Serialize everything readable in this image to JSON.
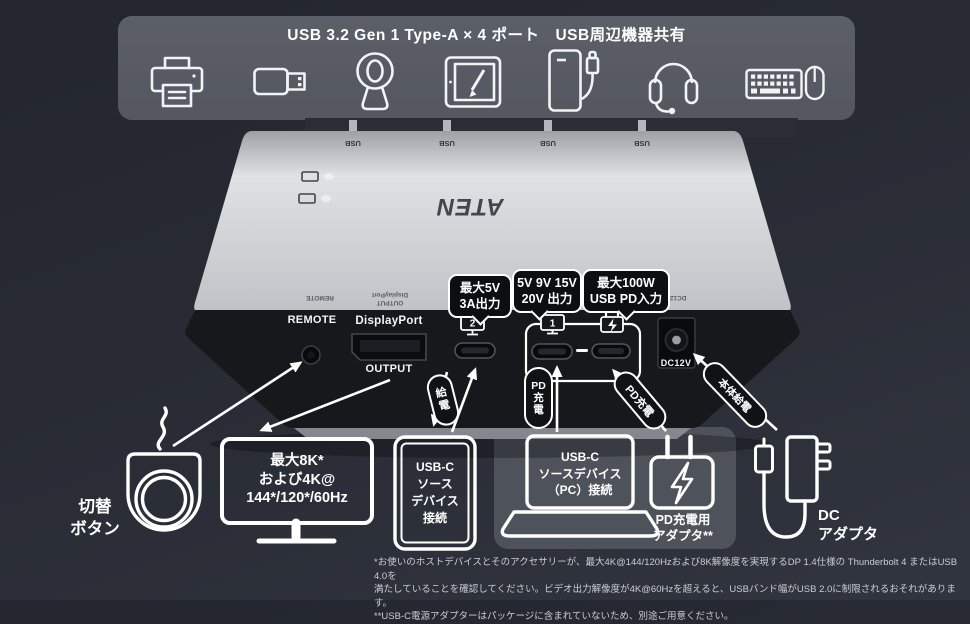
{
  "top_panel": {
    "title": "USB 3.2 Gen 1 Type-A × 4 ポート　USB周辺機器共有"
  },
  "device": {
    "brand": "ATEN",
    "usb_label": "USB",
    "rear_labels": {
      "remote": "REMOTE",
      "displayport": "DisplayPort",
      "output": "OUTPUT",
      "dc_input": "DC12V",
      "port2_num": "2",
      "port1_num": "1"
    }
  },
  "callouts": {
    "usb_c_out2": "最大5V\n3A出力",
    "usb_c_out1": "5V 9V 15V\n20V 出力",
    "pd_input": "最大100W\nUSB PD入力"
  },
  "flow_labels": {
    "power_feed": "給\n電",
    "pd_charge_vertical": "PD\n充\n電",
    "pd_charge_diagonal": "PD充電",
    "unit_power": "本体給電"
  },
  "bottom": {
    "switch_button": "切替\nボタン",
    "monitor_spec": "最大8K*\nおよび4K@\n144*/120*/60Hz",
    "tablet_device": "USB-C\nソース\nデバイス\n接続",
    "laptop_device": "USB-C\nソースデバイス\n（PC）接続",
    "pd_adapter": "PD充電用\nアダプタ**",
    "dc_adapter": "DC\nアダプタ"
  },
  "footnotes": "*お使いのホストデバイスとそのアクセサリーが、最大4K@144/120Hzおよび8K解像度を実現するDP 1.4仕様の Thunderbolt 4 またはUSB 4.0を\n満たしていることを確認してください。ビデオ出力解像度が4K@60Hzを超えると、USBバンド幅がUSB 2.0に制限されるおそれがあります。\n**USB-C電源アダプターはパッケージに含まれていないため、別途ご用意ください。",
  "colors": {
    "background": "#282b34",
    "panel_gray": "#575b64",
    "bubble_bg": "#0d0e11",
    "device_silver": "#d5d7da",
    "device_rear_panel": "#17181c",
    "line_white": "#ffffff"
  }
}
